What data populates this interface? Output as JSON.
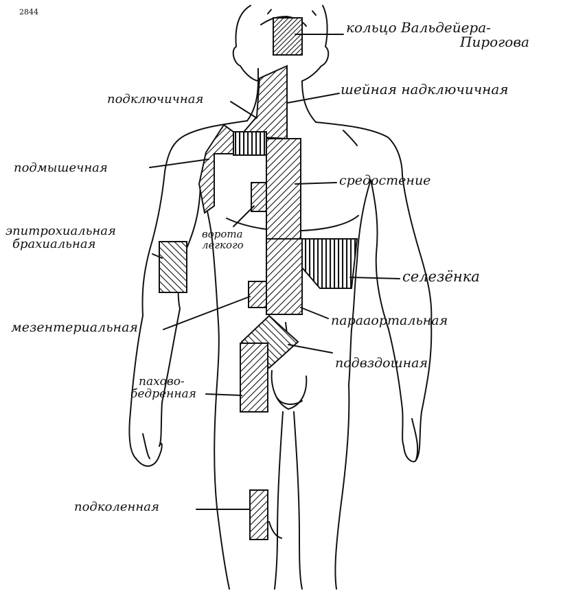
{
  "corner_mark": "2844",
  "colors": {
    "ink": "#111111",
    "paper": "#ffffff"
  },
  "labels": {
    "waldeyer_ring": [
      "кольцо Вальдейера-",
      "Пирогова"
    ],
    "cervical_supraclavicular": "шейная надключичная",
    "subclavian": "подключичная",
    "axillary": "подмышечная",
    "mediastinum": "средостение",
    "epitrochlear_brachial": [
      "эпитрохиальная",
      "брахиальная"
    ],
    "lung_hilum": [
      "ворота",
      "легкого"
    ],
    "spleen": "селезёнка",
    "mesenteric": "мезентериальная",
    "paraaortic": "парааортальная",
    "iliac": "подвздошная",
    "inguinofemoral": [
      "пахово-",
      "бедренная"
    ],
    "popliteal": "подколенная"
  }
}
